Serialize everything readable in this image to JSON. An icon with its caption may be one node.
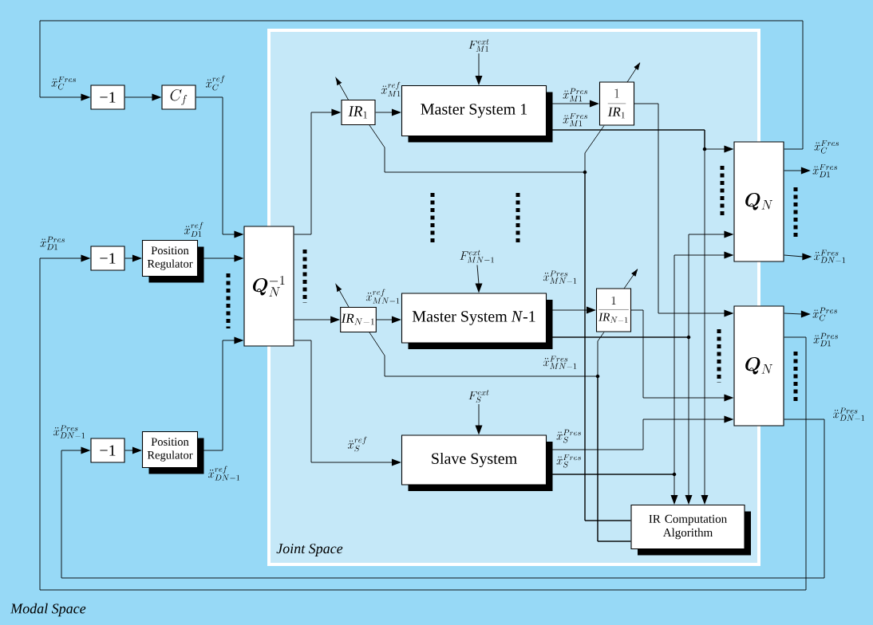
{
  "diagram": {
    "nodes": [
      {
        "text": [
          "Joint Space"
        ]
      },
      {
        "text": [
          "−1"
        ]
      },
      {
        "text": [
          "C_{f}"
        ]
      },
      {
        "text": [
          "−1"
        ]
      },
      {
        "text": [
          "Position Regulator"
        ]
      },
      {
        "text": [
          "\\bm{Q}_{N}^{-1}"
        ]
      },
      {
        "text": [
          "−1"
        ]
      },
      {
        "text": [
          "Position Regulator"
        ]
      },
      {
        "text": [
          "\\mathit{IR}_{1}"
        ],
        "in": 0
      },
      {
        "text": [
          "Master System 1"
        ],
        "in": 0
      },
      {
        "text": [
          "\\frac{1}{\\mathit{IR}_{1}}"
        ],
        "in": 0
      },
      {
        "text": [
          "\\mathit{IR}_{N-1}"
        ],
        "in": 0
      },
      {
        "text": [
          "Master System *N*-1"
        ],
        "in": 0
      },
      {
        "text": [
          "\\frac{1}{\\mathit{IR}_{N-1}}"
        ],
        "in": 0
      },
      {
        "text": [
          "Slave System"
        ],
        "in": 0
      },
      {
        "text": [
          "IR Computation Algorithm"
        ],
        "in": 0
      },
      {
        "text": [
          "\\bm{Q}_{N}"
        ]
      },
      {
        "text": [
          "\\bm{Q}_{N}"
        ]
      },
      {
        "text": [
          "F_{M1}^{ext}"
        ],
        "in": 0
      },
      {
        "text": [
          "F_{MN-1}^{ext}"
        ],
        "in": 0
      },
      {
        "text": [
          "F_{S}^{ext}"
        ],
        "in": 0
      },
      {
        "text": [
          "\\ddot{x}_{C}^{Pres}"
        ]
      },
      {
        "text": [
          "\\ddot{x}_{D1}^{Fres}"
        ]
      },
      {
        "text": [
          "\\ddot{x}_{DN-1}^{Fres}"
        ]
      }
    ],
    "edges": [
      {
        "from": 16,
        "to": 1,
        "arrow": "to",
        "label": "\\ddot{x}_{C}^{Fres}"
      },
      {
        "from": 1,
        "to": 2,
        "arrow": "to"
      },
      {
        "from": 2,
        "to": 5,
        "arrow": "to",
        "label": "\\ddot{x}_{C}^{ref}"
      },
      {
        "from": 3,
        "to": 4,
        "arrow": "to"
      },
      {
        "from": 4,
        "to": 5,
        "arrow": "to",
        "label": "\\ddot{x}_{D1}^{ref}"
      },
      {
        "from": 17,
        "to": 3,
        "arrow": "to",
        "label": "\\ddot{x}_{D1}^{Pres}"
      },
      {
        "from": 6,
        "to": 7,
        "arrow": "to"
      },
      {
        "from": 7,
        "to": 5,
        "arrow": "to",
        "label": "\\ddot{x}_{DN-1}^{ref}"
      },
      {
        "from": 17,
        "to": 6,
        "arrow": "to",
        "label": "\\ddot{x}_{DN-1}^{Pres}"
      },
      {
        "from": 5,
        "to": 8,
        "arrow": "to"
      },
      {
        "from": 5,
        "to": 11,
        "arrow": "to"
      },
      {
        "from": 5,
        "to": 14,
        "arrow": "to",
        "label": "\\ddot{x}_{S}^{ref}"
      },
      {
        "from": 8,
        "to": 9,
        "arrow": "to",
        "label": "\\ddot{x}_{M1}^{ref}"
      },
      {
        "from": 11,
        "to": 12,
        "arrow": "to",
        "label": "\\ddot{x}_{MN-1}^{ref}"
      },
      {
        "from": 18,
        "to": 9,
        "arrow": "to"
      },
      {
        "from": 19,
        "to": 12,
        "arrow": "to"
      },
      {
        "from": 20,
        "to": 14,
        "arrow": "to"
      },
      {
        "from": 9,
        "to": 10,
        "arrow": "to",
        "label": "\\ddot{x}_{M1}^{Pres}"
      },
      {
        "from": 12,
        "to": 13,
        "arrow": "to",
        "label": "\\ddot{x}_{MN-1}^{Pres}"
      },
      {
        "from": 10,
        "to": 17,
        "arrow": "to"
      },
      {
        "from": 9,
        "to": 16,
        "arrow": "to",
        "label": "\\ddot{x}_{M1}^{Fres}"
      },
      {
        "from": 9,
        "to": 15,
        "arrow": "to"
      },
      {
        "from": 12,
        "to": 16,
        "arrow": "to",
        "label": "\\ddot{x}_{MN-1}^{Fres}"
      },
      {
        "from": 12,
        "to": 15,
        "arrow": "to"
      },
      {
        "from": 13,
        "to": 17,
        "arrow": "to"
      },
      {
        "from": 14,
        "to": 17,
        "arrow": "to",
        "label": "\\ddot{x}_{S}^{Pres}"
      },
      {
        "from": 14,
        "to": 16,
        "arrow": "to",
        "label": "\\ddot{x}_{S}^{Fres}"
      },
      {
        "from": 14,
        "to": 15,
        "arrow": "to"
      },
      {
        "from": 15,
        "to": 8,
        "arrow": "none"
      },
      {
        "from": 15,
        "to": 10,
        "arrow": "none"
      },
      {
        "from": 15,
        "to": 11,
        "arrow": "none"
      },
      {
        "from": 15,
        "to": 13,
        "arrow": "none"
      },
      {
        "from": 16,
        "to": 22,
        "arrow": "to"
      },
      {
        "from": 16,
        "to": 23,
        "arrow": "to"
      },
      {
        "from": 17,
        "to": 21,
        "arrow": "to"
      }
    ],
    "labels": [
      "\\ddot{x}_{C}^{Fres}",
      "\\ddot{x}_{D1}^{Pres}",
      "\\ddot{x}_{DN-1}^{Pres}",
      "Modal Space"
    ]
  }
}
